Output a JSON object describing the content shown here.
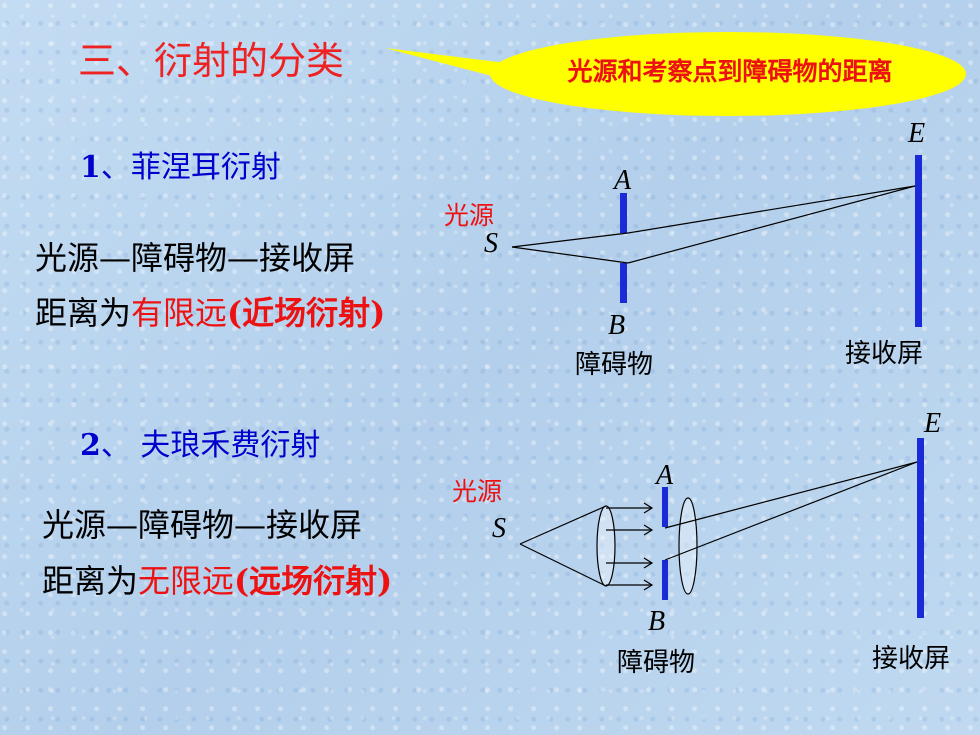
{
  "title": "三、衍射的分类",
  "callout": "光源和考察点到障碍物的距离",
  "fresnel": {
    "heading_num": "1",
    "heading_text": "、菲涅耳衍射",
    "line1": "光源—障碍物—接收屏",
    "line2_prefix": "距离为",
    "line2_red": "有限远",
    "line2_paren": "(近场衍射)",
    "source_label": "光源",
    "s": "S",
    "a": "A",
    "b": "B",
    "e": "E",
    "obstacle_label": "障碍物",
    "screen_label": "接收屏"
  },
  "fraunhofer": {
    "heading_num": "2",
    "heading_text": "、 夫琅禾费衍射",
    "line1": "光源—障碍物—接收屏",
    "line2_prefix": "距离为",
    "line2_red": "无限远",
    "line2_paren": "(远场衍射)",
    "source_label": "光源",
    "s": "S",
    "a": "A",
    "b": "B",
    "e": "E",
    "obstacle_label": "障碍物",
    "screen_label": "接收屏"
  },
  "colors": {
    "title_red": "#ee2222",
    "heading_blue": "#0000cc",
    "bar_blue": "#1a2ad6",
    "callout_yellow": "#ffff00"
  }
}
